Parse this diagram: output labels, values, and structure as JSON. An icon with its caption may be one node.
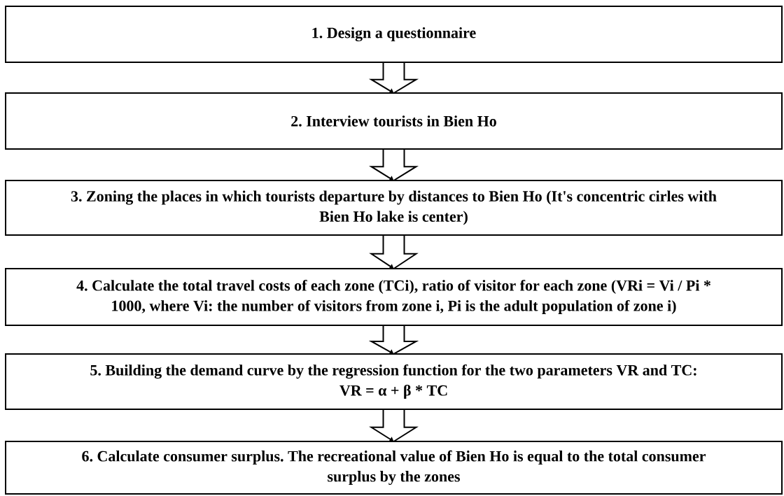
{
  "diagram": {
    "nodes": [
      {
        "text": [
          "1. Design a questionnaire"
        ]
      },
      {
        "text": [
          "2. Interview tourists in Bien Ho"
        ]
      },
      {
        "text": [
          "3. Zoning the places in which tourists departure by distances to Bien Ho (It's concentric cirles with Bien Ho lake is center)"
        ]
      },
      {
        "text": [
          "4. Calculate the total travel costs of each zone (TCi), ratio of visitor for each zone (VRi = Vi / Pi * 1000, where Vi: the number of visitors from zone i, Pi is the adult population of zone i)"
        ]
      },
      {
        "text": [
          "5. Building the demand curve by the regression function for the two parameters VR and TC: VR = α + β * TC"
        ]
      },
      {
        "text": [
          "6. Calculate consumer surplus. The recreational value of Bien Ho is equal to the total consumer surplus by the zones"
        ]
      }
    ],
    "edges": [
      {
        "from": 0,
        "to": 1,
        "arrow": "to"
      },
      {
        "from": 1,
        "to": 2,
        "arrow": "to"
      },
      {
        "from": 2,
        "to": 3,
        "arrow": "to"
      },
      {
        "from": 3,
        "to": 4,
        "arrow": "to"
      },
      {
        "from": 4,
        "to": 5,
        "arrow": "to"
      }
    ]
  }
}
